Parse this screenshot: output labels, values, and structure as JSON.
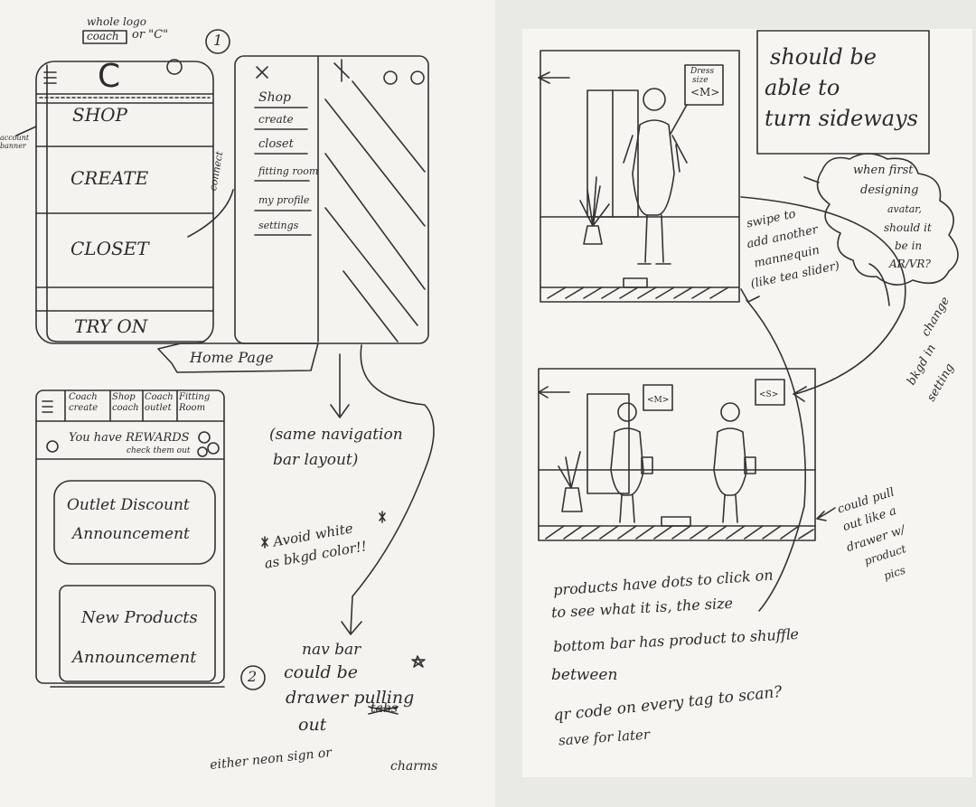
{
  "left_page": {
    "logo_note": "whole logo",
    "logo_coach": "coach",
    "logo_or_c": "or \"C\"",
    "sketch_number_1": "1",
    "phone1": {
      "logo_glyph": "C",
      "menu_items": [
        "SHOP",
        "CREATE",
        "CLOSET",
        "TRY ON"
      ],
      "side_note": "account banner",
      "arrow_note": "connect"
    },
    "phone_menu": {
      "items": [
        "Shop",
        "create",
        "closet",
        "fitting room",
        "my profile",
        "settings"
      ]
    },
    "home_page_label": "Home Page",
    "phone2": {
      "tabs": [
        "Coach create",
        "Shop coach",
        "Coach outlet",
        "Fitting Room"
      ],
      "rewards_line1": "You have REWARDS",
      "rewards_line2": "check them out",
      "card1_line1": "Outlet Discount",
      "card1_line2": "Announcement",
      "card2_line1": "New Products",
      "card2_line2": "Announcement"
    },
    "sketch_number_2": "2",
    "note_nav_layout_1": "(same navigation",
    "note_nav_layout_2": "bar layout)",
    "note_avoid_1": "Avoid white",
    "note_avoid_2": "as bkgd color!!",
    "note_drawer": [
      "nav bar",
      "could be",
      "drawer pulling",
      "out",
      "either neon sign or",
      "charms"
    ],
    "note_drawer_struck": "tabs"
  },
  "right_page": {
    "scene1_tag_line1": "Dress",
    "scene1_tag_line2": "size",
    "scene1_tag_size": "<M>",
    "box_note": [
      "should be",
      "able to",
      "turn sideways"
    ],
    "cloud_note": [
      "when first",
      "designing",
      "avatar,",
      "should it",
      "be in",
      "AR/VR?"
    ],
    "swipe_note": [
      "swipe to",
      "add another",
      "mannequin",
      "(like tea slider)"
    ],
    "change_note": [
      "change",
      "bkgd in",
      "setting"
    ],
    "scene2_tag1": "<M>",
    "scene2_tag2": "<S>",
    "pull_note": [
      "could pull",
      "out like a",
      "drawer w/",
      "product",
      "pics"
    ],
    "bullets": [
      "products have dots to click on",
      "to see what it is, the size",
      "bottom bar has product to shuffle",
      "between",
      "qr code on every tag to scan?",
      "save for later"
    ]
  }
}
